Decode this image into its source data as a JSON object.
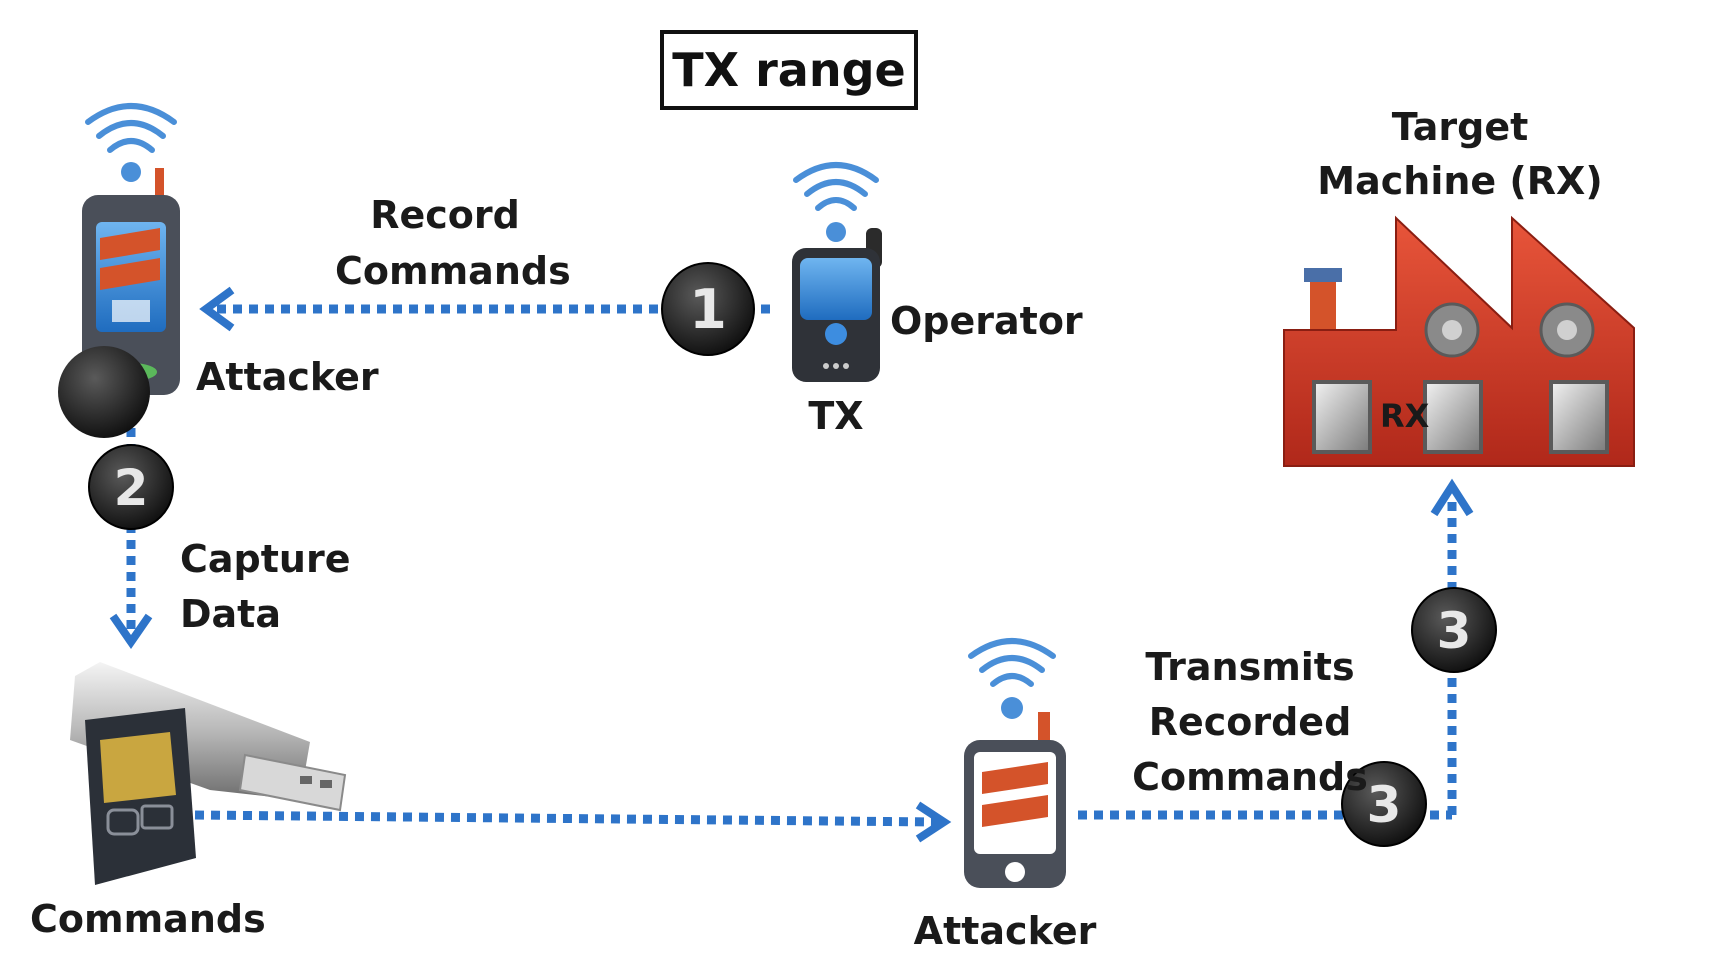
{
  "range_box": {
    "label": "TX range"
  },
  "operator": {
    "device_label": "TX",
    "role_label": "Operator"
  },
  "attacker_top": {
    "label": "Attacker"
  },
  "attacker_bottom": {
    "label": "Attacker"
  },
  "storage": {
    "label": "Commands"
  },
  "target": {
    "title_line1": "Target",
    "title_line2": "Machine (RX)",
    "rx_label": "RX"
  },
  "steps": {
    "step1": {
      "number": "1",
      "line1": "Record",
      "line2": "Commands"
    },
    "step2": {
      "number": "2",
      "line1": "Capture",
      "line2": "Data"
    },
    "step3": {
      "number": "3",
      "line1": "Transmits",
      "line2": "Recorded",
      "line3": "Commands"
    }
  },
  "colors": {
    "arrow": "#2e74c9",
    "factory": "#d23a22",
    "phone_body": "#4a4f59",
    "phone_screen": "#2e86d8",
    "attacker_stripe": "#d4532a",
    "badge": "#1b1b1b"
  }
}
